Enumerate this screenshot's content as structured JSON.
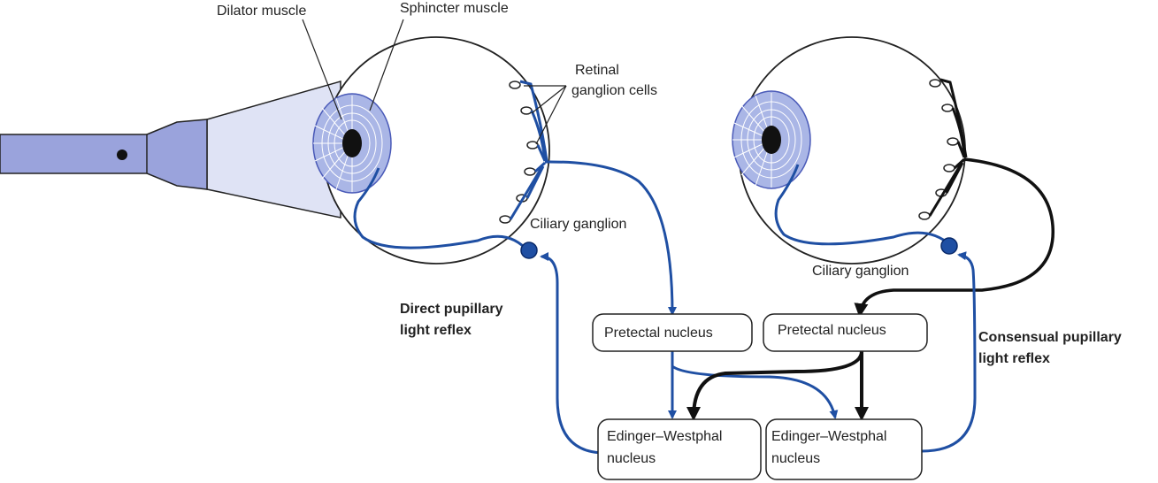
{
  "labels": {
    "dilator": "Dilator muscle",
    "sphincter": "Sphincter muscle",
    "retinal_line1": "Retinal",
    "retinal_line2": "ganglion cells",
    "ciliary_left": "Ciliary ganglion",
    "ciliary_right": "Ciliary ganglion",
    "direct_line1": "Direct pupillary",
    "direct_line2": "light reflex",
    "consensual_line1": "Consensual pupillary",
    "consensual_line2": "light reflex",
    "pretectal_left": "Pretectal nucleus",
    "pretectal_right": "Pretectal nucleus",
    "ew_left_line1": "Edinger–Westphal",
    "ew_left_line2": "nucleus",
    "ew_right_line1": "Edinger–Westphal",
    "ew_right_line2": "nucleus"
  },
  "colors": {
    "pathway": "#1f4fa3",
    "pathway_contralateral": "#111111",
    "iris_fill": "#aab6e6",
    "light_beam": "#dfe3f5",
    "flashlight": "#9aa3dc",
    "pupil": "#111111"
  }
}
